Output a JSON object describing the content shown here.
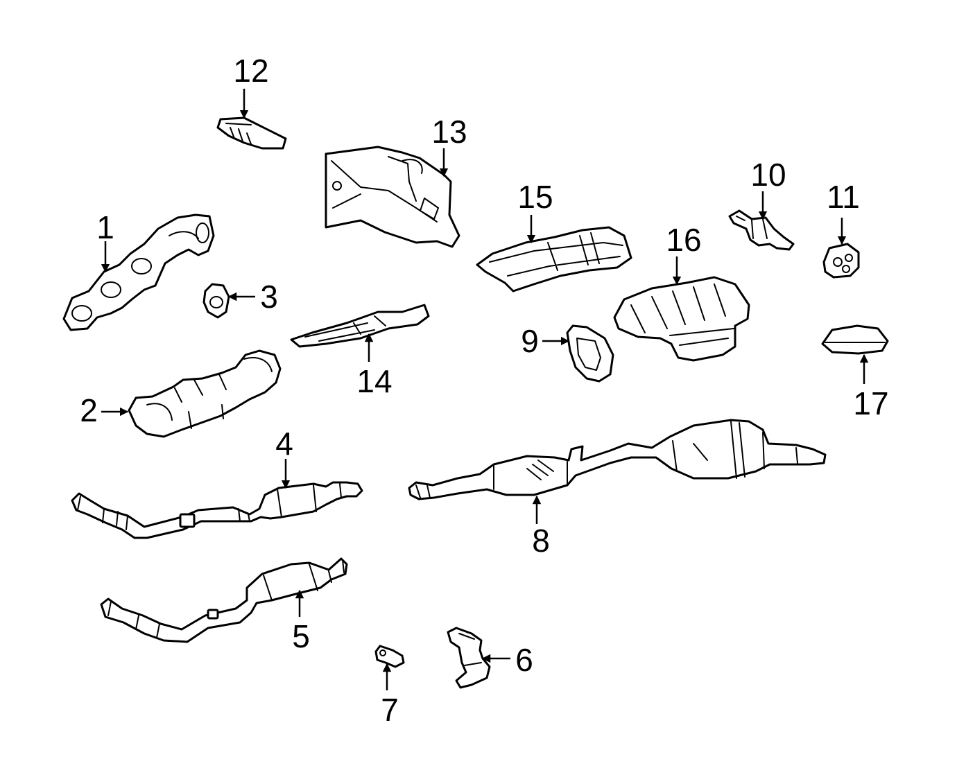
{
  "diagram": {
    "background": "#ffffff",
    "line_color": "#000000",
    "callouts": [
      {
        "id": "1",
        "label": "1"
      },
      {
        "id": "2",
        "label": "2"
      },
      {
        "id": "3",
        "label": "3"
      },
      {
        "id": "4",
        "label": "4"
      },
      {
        "id": "5",
        "label": "5"
      },
      {
        "id": "6",
        "label": "6"
      },
      {
        "id": "7",
        "label": "7"
      },
      {
        "id": "8",
        "label": "8"
      },
      {
        "id": "9",
        "label": "9"
      },
      {
        "id": "10",
        "label": "10"
      },
      {
        "id": "11",
        "label": "11"
      },
      {
        "id": "12",
        "label": "12"
      },
      {
        "id": "13",
        "label": "13"
      },
      {
        "id": "14",
        "label": "14"
      },
      {
        "id": "15",
        "label": "15"
      },
      {
        "id": "16",
        "label": "16"
      },
      {
        "id": "17",
        "label": "17"
      }
    ]
  }
}
